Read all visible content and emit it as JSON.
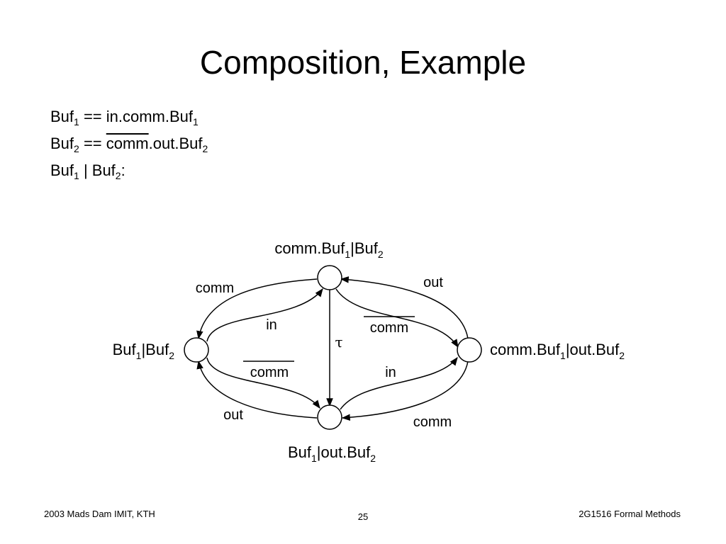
{
  "slide": {
    "title": "Composition, Example",
    "definitions": [
      {
        "name": "Buf",
        "sub": "1",
        "eq": " == ",
        "body": "in.comm.Buf",
        "body_sub": "1"
      },
      {
        "name": "Buf",
        "sub": "2",
        "eq": " == ",
        "over": "comm",
        "body": ".out.Buf",
        "body_sub": "2"
      },
      {
        "name": "Buf",
        "sub": "1",
        "mid": " | Buf",
        "mid_sub": "2",
        "end": ":"
      }
    ]
  },
  "diagram": {
    "states": {
      "top": {
        "a": "comm.Buf",
        "a_sub": "1",
        "b": "|Buf",
        "b_sub": "2"
      },
      "left": {
        "a": "Buf",
        "a_sub": "1",
        "b": "|Buf",
        "b_sub": "2"
      },
      "right": {
        "a": "comm.Buf",
        "a_sub": "1",
        "b": "|out.Buf",
        "b_sub": "2"
      },
      "bottom": {
        "a": "Buf",
        "a_sub": "1",
        "b": "|out.Buf",
        "b_sub": "2"
      }
    },
    "edges": {
      "top_to_left": "comm",
      "left_to_top": "in",
      "right_to_top": "out",
      "top_to_right": "comm",
      "top_to_bottom": "τ",
      "left_to_bottom": "comm",
      "bottom_to_left": "out",
      "bottom_to_right": "in",
      "right_to_bottom": "comm"
    }
  },
  "footer": {
    "left": "2003 Mads Dam IMIT, KTH",
    "page": "25",
    "right": "2G1516 Formal Methods"
  }
}
